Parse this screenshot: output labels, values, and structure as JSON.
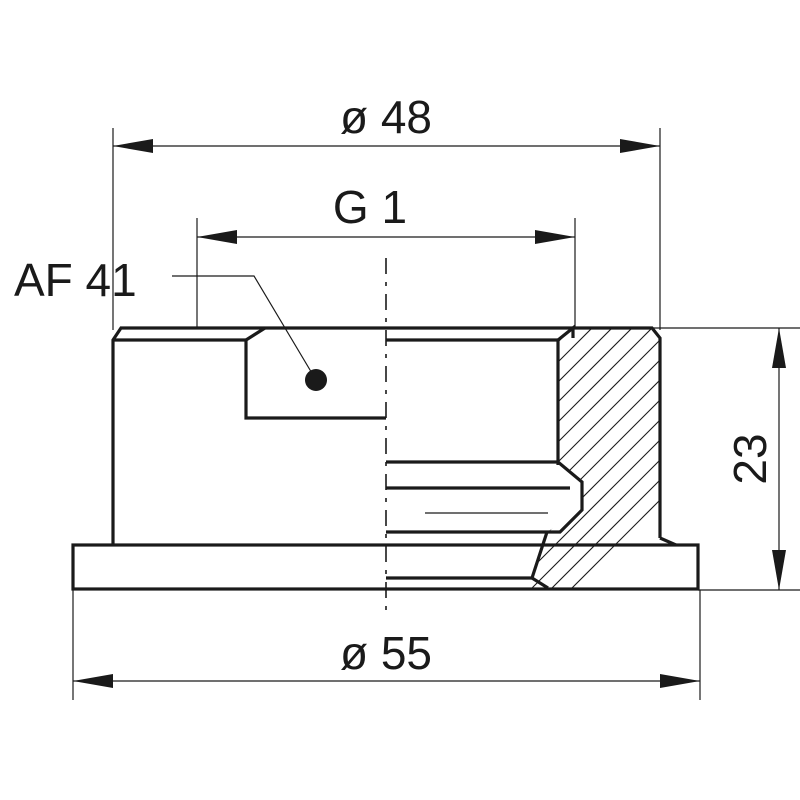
{
  "drawing": {
    "dimensions": {
      "outer_top": "ø  48",
      "thread": "G 1",
      "across_flats": "AF 41",
      "height": "23",
      "outer_bottom": "ø  55"
    }
  }
}
